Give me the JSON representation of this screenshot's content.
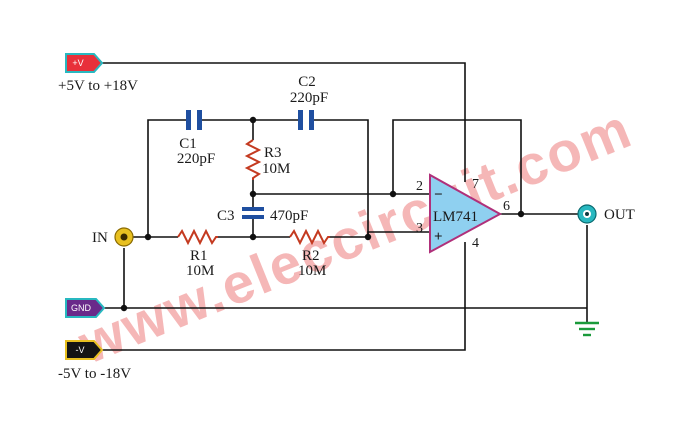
{
  "power": {
    "pos_tag": "+V",
    "pos_range": "+5V to +18V",
    "neg_tag": "-V",
    "neg_range": "-5V to -18V",
    "gnd_tag": "GND"
  },
  "ports": {
    "in_label": "IN",
    "out_label": "OUT"
  },
  "components": {
    "c1_name": "C1",
    "c1_value": "220pF",
    "c2_name": "C2",
    "c2_value": "220pF",
    "c3_name": "C3",
    "c3_value": "470pF",
    "r1_name": "R1",
    "r1_value": "10M",
    "r2_name": "R2",
    "r2_value": "10M",
    "r3_name": "R3",
    "r3_value": "10M"
  },
  "opamp": {
    "name": "LM741",
    "pin2": "2",
    "pin3": "3",
    "pin4": "4",
    "pin6": "6",
    "pin7": "7",
    "minus": "−",
    "plus": "+"
  },
  "watermark": "www.eleccircuit.com",
  "colors": {
    "pos_tag": "#e8303a",
    "gnd_tag": "#6a2a8a",
    "neg_tag": "#141414",
    "tag_border": "#28b8c0",
    "capacitor": "#1f4fa0",
    "resistor": "#c43a20",
    "opamp_fill": "#8fd0f0",
    "opamp_stroke": "#b0307a",
    "ground": "#1a9a3a",
    "in_jack": "#e8c020",
    "out_jack": "#28b8c0"
  }
}
